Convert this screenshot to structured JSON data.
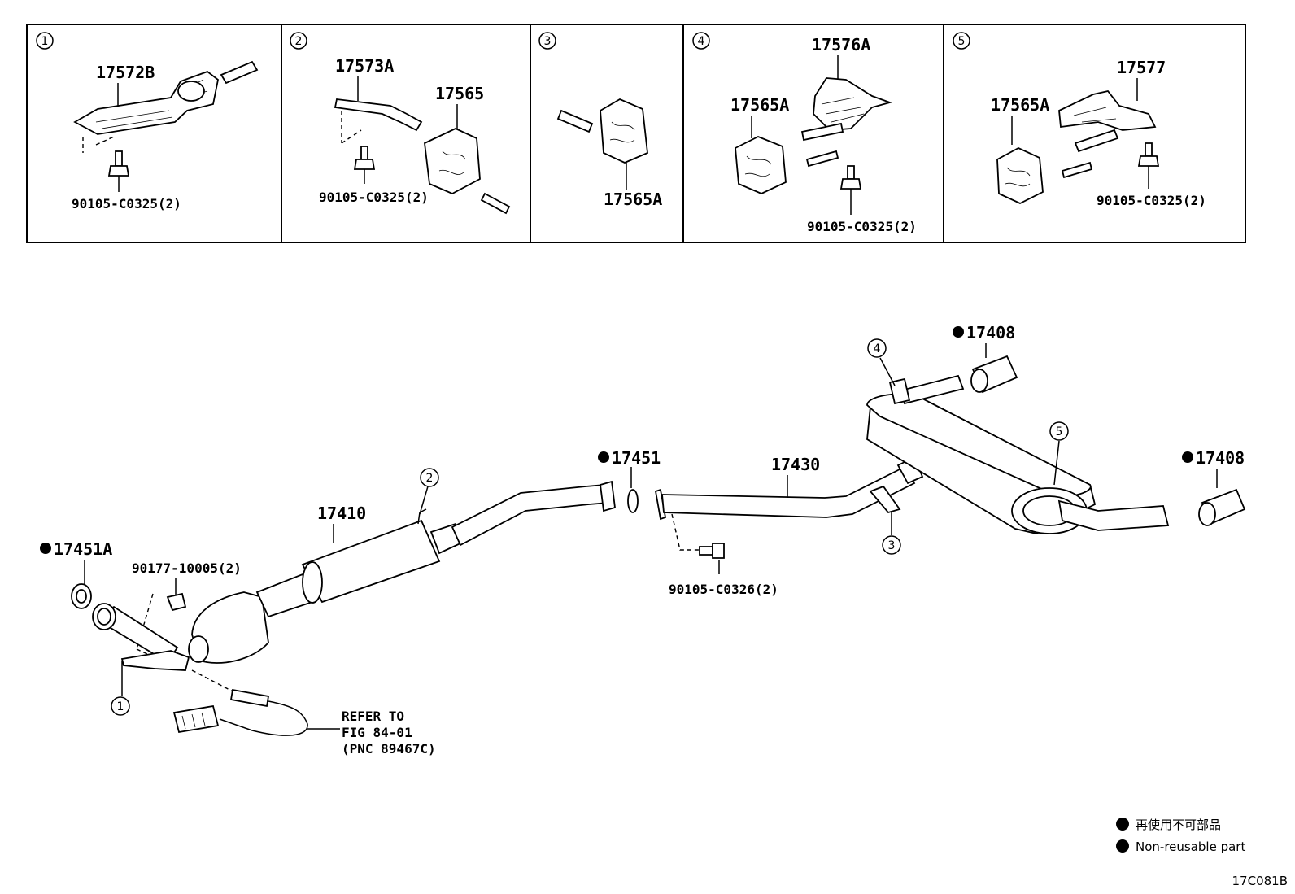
{
  "insets": [
    {
      "callout": "1",
      "parts": [
        "17572B",
        "90105-C0325(2)"
      ]
    },
    {
      "callout": "2",
      "parts": [
        "17573A",
        "17565",
        "90105-C0325(2)"
      ]
    },
    {
      "callout": "3",
      "parts": [
        "17565A"
      ]
    },
    {
      "callout": "4",
      "parts": [
        "17576A",
        "17565A",
        "90105-C0325(2)"
      ]
    },
    {
      "callout": "5",
      "parts": [
        "17577",
        "17565A",
        "90105-C0325(2)"
      ]
    }
  ],
  "main": {
    "part_17451A": "17451A",
    "part_90177": "90177-10005(2)",
    "part_17410": "17410",
    "part_17451": "17451",
    "part_17430": "17430",
    "part_90105_c0326": "90105-C0326(2)",
    "part_17408_top": "17408",
    "part_17408_right": "17408",
    "callout_1": "1",
    "callout_2": "2",
    "callout_3": "3",
    "callout_4": "4",
    "callout_5": "5",
    "refer_line1": "REFER TO",
    "refer_line2": "FIG 84-01",
    "refer_line3": "(PNC 89467C)"
  },
  "legend": {
    "japanese": "再使用不可部品",
    "english": "Non-reusable part"
  },
  "figure_code": "17C081B"
}
